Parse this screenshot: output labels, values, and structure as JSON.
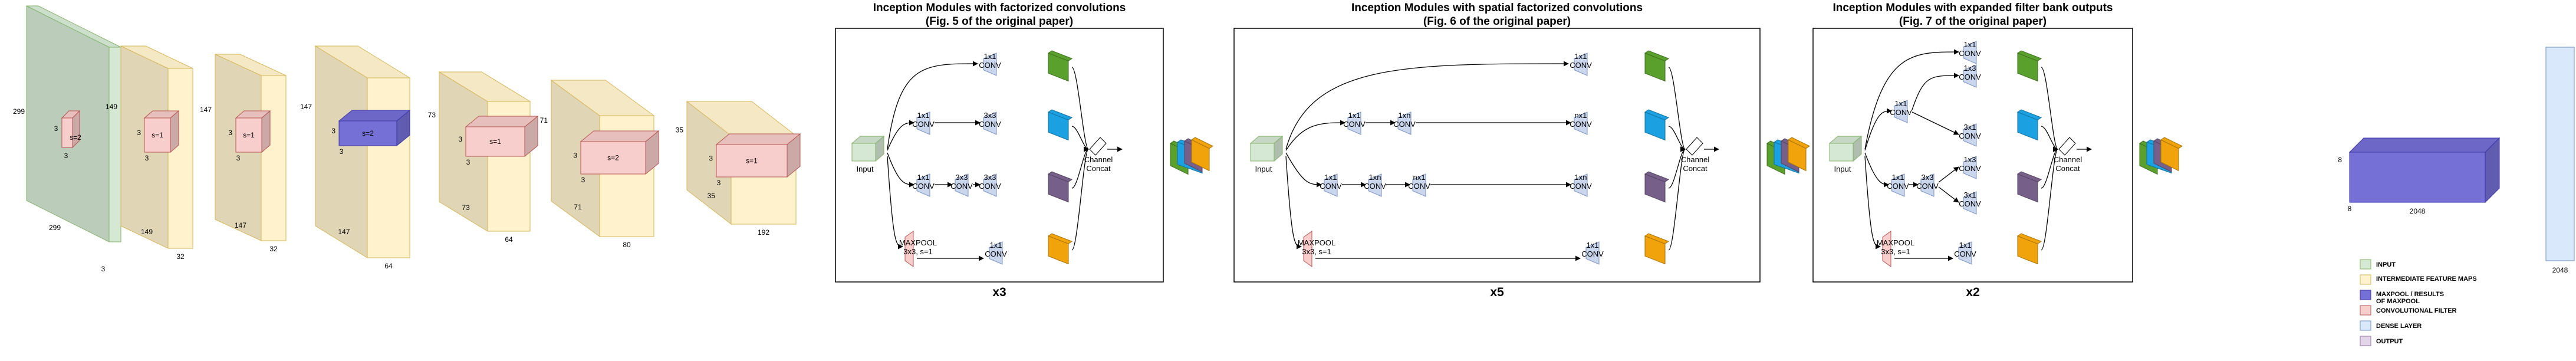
{
  "colors": {
    "input_fill": "#d5e8d4",
    "input_stroke": "#82b366",
    "feature_fill": "#fff2cc",
    "feature_stroke": "#d6b656",
    "pool_fill": "#7570d6",
    "pool_stroke": "#3b36a8",
    "filter_fill": "#f8cecc",
    "filter_stroke": "#b85450",
    "dense_fill": "#dae8fc",
    "dense_stroke": "#6c8ebf",
    "conv_fill": "#c9d6ec",
    "output_fill": "#e1d5e7",
    "output_stroke": "#9673a6",
    "green_out": "#5aa02c",
    "blue_out": "#1ba1e2",
    "purple_out": "#76608a",
    "orange_out": "#f0a30a"
  },
  "stem": {
    "input_dims": [
      "299",
      "299",
      "3"
    ],
    "stages": [
      {
        "h": "149",
        "d": "32",
        "w": "149",
        "stride": "s=1",
        "k1": "3",
        "k2": "3"
      },
      {
        "h": "147",
        "d": "32",
        "w": "147",
        "stride": "s=1",
        "k1": "3",
        "k2": "3"
      },
      {
        "h": "147",
        "d": "64",
        "w": "147",
        "stride": "s=2",
        "k1": "3",
        "k2": "3"
      },
      {
        "h": "73",
        "d": "64",
        "w": "73",
        "stride": "s=1",
        "k1": "3",
        "k2": "3"
      },
      {
        "h": "71",
        "d": "80",
        "w": "71",
        "stride": "s=2",
        "k1": "3",
        "k2": "3"
      },
      {
        "h": "35",
        "d": "192",
        "w": "35",
        "stride": "s=1",
        "k1": "3",
        "k2": "3"
      }
    ]
  },
  "input_filter": {
    "stride": "s=2",
    "k1": "3",
    "k2": "3"
  },
  "modules": [
    {
      "title": "Inception Modules with factorized convolutions",
      "subtitle": "(Fig. 5 of the original paper)",
      "multiplier": "x3"
    },
    {
      "title": "Inception Modules with spatial factorized convolutions",
      "subtitle": "(Fig. 6 of the original paper)",
      "multiplier": "x5"
    },
    {
      "title": "Inception Modules with expanded filter bank outputs",
      "subtitle": "(Fig. 7 of the original paper)",
      "multiplier": "x2"
    }
  ],
  "blocks": {
    "input": "Input",
    "concat_l1": "Channel",
    "concat_l2": "Concat",
    "maxpool_l1": "MAXPOOL",
    "maxpool_l2": "3x3, s=1",
    "conv": "CONV",
    "k1x1": "1x1",
    "k3x3": "3x3",
    "k1xn": "1xn",
    "knx1": "nx1",
    "k1x3": "1x3",
    "k3x1": "3x1"
  },
  "final_pool": {
    "d1": "8",
    "d2": "8",
    "w": "2048"
  },
  "dense": {
    "label": "2048"
  },
  "legend": [
    {
      "label": "INPUT",
      "color": "#d5e8d4",
      "stroke": "#82b366"
    },
    {
      "label": "INTERMEDIATE FEATURE MAPS",
      "color": "#fff2cc",
      "stroke": "#d6b656"
    },
    {
      "label": "MAXPOOL / RESULTS OF MAXPOOL",
      "color": "#7570d6",
      "stroke": "#3b36a8"
    },
    {
      "label": "CONVOLUTIONAL FILTER",
      "color": "#f8cecc",
      "stroke": "#b85450"
    },
    {
      "label": "DENSE LAYER",
      "color": "#dae8fc",
      "stroke": "#6c8ebf"
    },
    {
      "label": "OUTPUT",
      "color": "#e1d5e7",
      "stroke": "#9673a6"
    }
  ]
}
